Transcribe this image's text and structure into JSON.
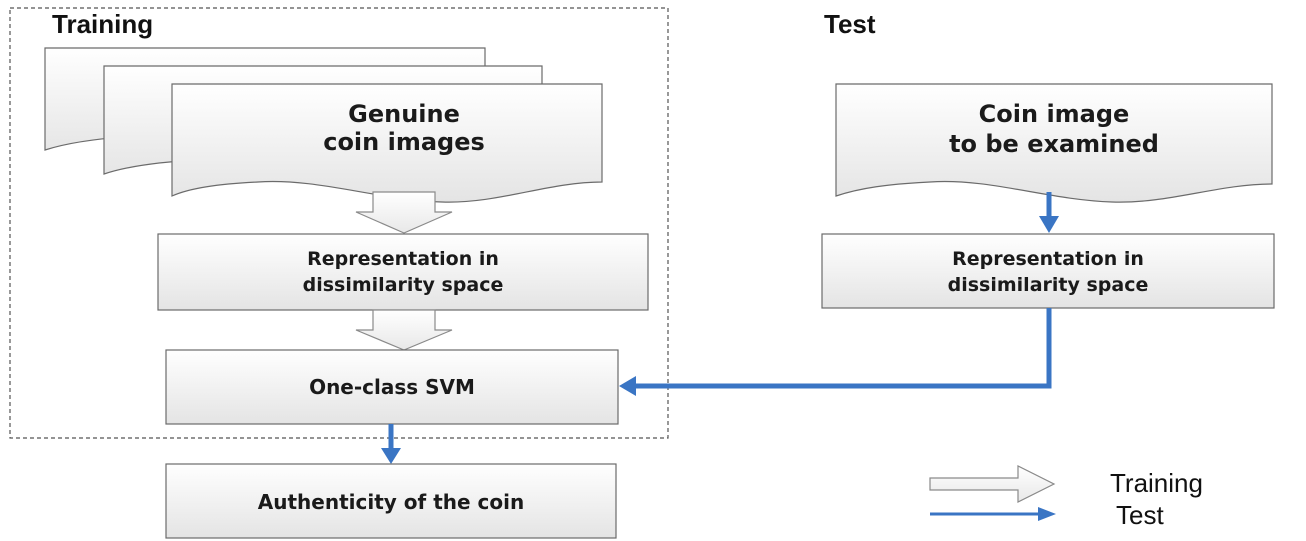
{
  "sections": {
    "training_title": "Training",
    "test_title": "Test"
  },
  "training": {
    "genuine_line1": "Genuine",
    "genuine_line2": "coin images",
    "repr_line1": "Representation in",
    "repr_line2": "dissimilarity space",
    "svm": "One-class SVM"
  },
  "test": {
    "coin_line1": "Coin image",
    "coin_line2": "to be examined",
    "repr_line1": "Representation in",
    "repr_line2": "dissimilarity space"
  },
  "output": {
    "label": "Authenticity of the coin"
  },
  "legend": {
    "training_label": "Training",
    "test_label": "Test"
  },
  "colors": {
    "blue_arrow": "#3a75c4",
    "box_fill_top": "#ffffff",
    "box_fill_bottom": "#e6e6e6",
    "border": "#6b6b6b"
  }
}
